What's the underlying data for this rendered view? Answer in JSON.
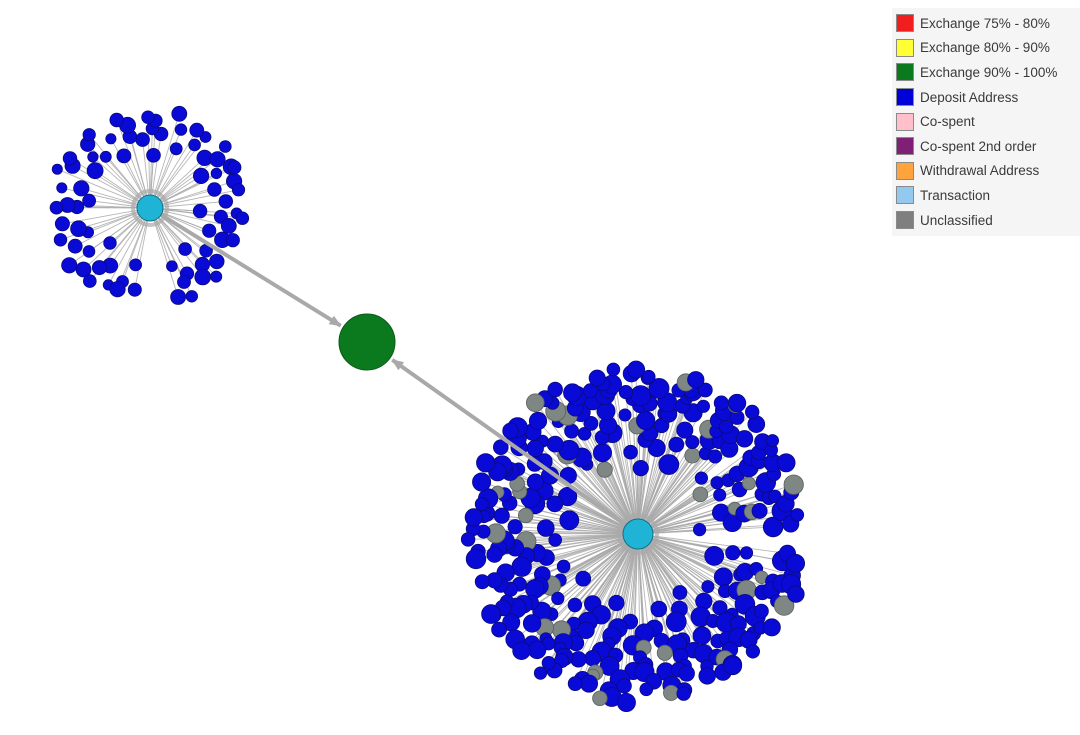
{
  "legend": {
    "items": [
      {
        "key": "exchange-75-80",
        "label": "Exchange 75% - 80%",
        "color": "#f01e1e"
      },
      {
        "key": "exchange-80-90",
        "label": "Exchange 80% - 90%",
        "color": "#ffff33"
      },
      {
        "key": "exchange-90-100",
        "label": "Exchange 90% - 100%",
        "color": "#0b7a1f"
      },
      {
        "key": "deposit-address",
        "label": "Deposit Address",
        "color": "#0000d8"
      },
      {
        "key": "co-spent",
        "label": "Co-spent",
        "color": "#ffc0cb"
      },
      {
        "key": "co-spent-2nd-order",
        "label": "Co-spent 2nd order",
        "color": "#7f1f76"
      },
      {
        "key": "withdrawal-address",
        "label": "Withdrawal Address",
        "color": "#ffa43d"
      },
      {
        "key": "transaction",
        "label": "Transaction",
        "color": "#93c9ef"
      },
      {
        "key": "unclassified",
        "label": "Unclassified",
        "color": "#7f7f7f"
      }
    ]
  },
  "graph": {
    "colors": {
      "edge": "#a9a9aa",
      "deposit": "#0a0ad6",
      "deposit_stroke": "#0a0a7a",
      "unclassified": "#7e8784",
      "unclassified_stroke": "#59605e",
      "transaction": "#1fb4d6",
      "transaction_stroke": "#136f86",
      "exchange": "#0b7a1f",
      "exchange_stroke": "#0a5a17"
    },
    "clusters": [
      {
        "name": "cluster-left",
        "deposit_count": 78,
        "unclassified_count": 0
      },
      {
        "name": "cluster-right",
        "deposit_count": 300,
        "unclassified_count": 34
      }
    ]
  }
}
